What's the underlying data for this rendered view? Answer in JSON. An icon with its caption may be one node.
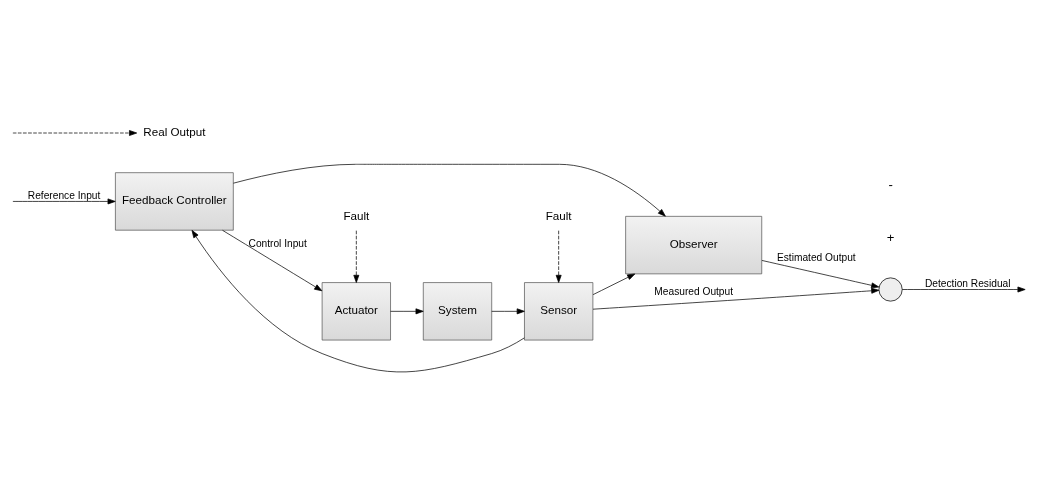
{
  "diagram": {
    "nodes": [
      {
        "text": [
          "Feedback Controller"
        ]
      },
      {
        "text": [
          "Actuator"
        ]
      },
      {
        "text": [
          "System"
        ]
      },
      {
        "text": [
          "Sensor"
        ]
      },
      {
        "text": [
          "Observer"
        ]
      },
      {
        "text": [],
        "shape": "circle"
      },
      {
        "text": [
          "Fault"
        ]
      },
      {
        "text": [
          "Fault"
        ]
      },
      {
        "text": [
          "Real Output"
        ]
      }
    ],
    "edges": [
      {
        "from": null,
        "to": 0,
        "arrow": "to",
        "label": "Reference Input"
      },
      {
        "from": 0,
        "to": 1,
        "arrow": "to",
        "label": "Control Input"
      },
      {
        "from": 1,
        "to": 2,
        "arrow": "to"
      },
      {
        "from": 2,
        "to": 3,
        "arrow": "to"
      },
      {
        "from": 3,
        "to": 5,
        "arrow": "to",
        "label": "Measured Output"
      },
      {
        "from": 3,
        "to": 0,
        "arrow": "to"
      },
      {
        "from": 3,
        "to": 4,
        "arrow": "to"
      },
      {
        "from": 0,
        "to": 4,
        "arrow": "to"
      },
      {
        "from": 4,
        "to": 5,
        "arrow": "to",
        "label": "Estimated Output"
      },
      {
        "from": 5,
        "to": null,
        "arrow": "to",
        "label": "Detection Residual"
      },
      {
        "from": 6,
        "to": 1,
        "arrow": "to",
        "style": "dashed"
      },
      {
        "from": 7,
        "to": 3,
        "arrow": "to",
        "style": "dashed"
      },
      {
        "from": null,
        "to": 8,
        "arrow": "to",
        "style": "dashed"
      }
    ],
    "labels": [
      "+",
      "-"
    ]
  }
}
